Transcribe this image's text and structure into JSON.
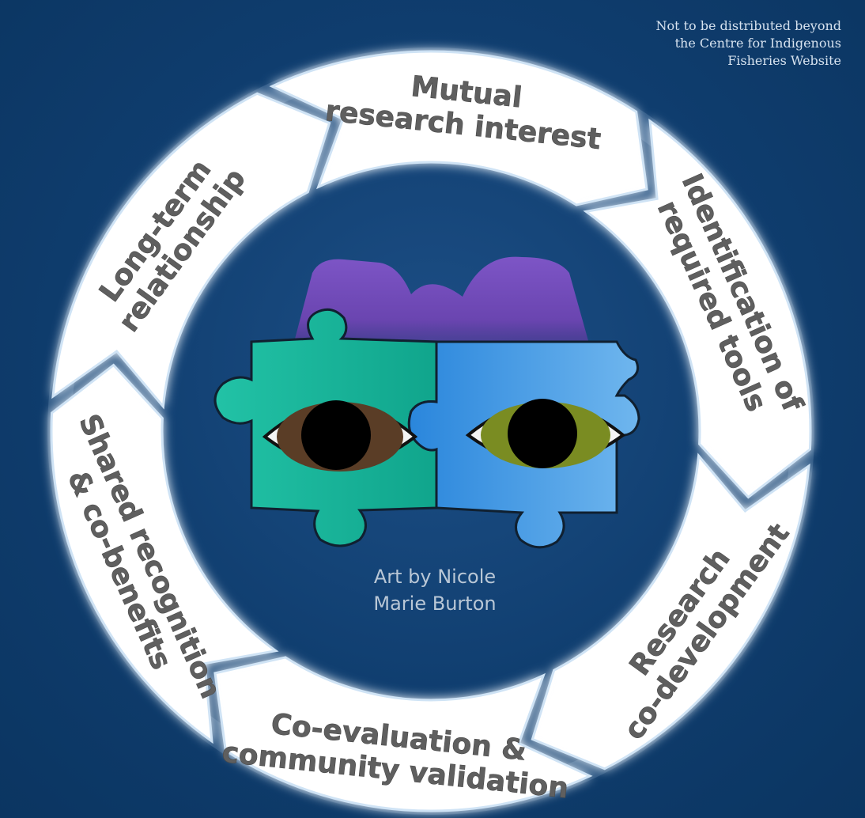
{
  "notice": {
    "lines": [
      "Not to be distributed beyond",
      "the Centre for Indigenous",
      "Fisheries Website"
    ]
  },
  "credit": {
    "lines": [
      "Art by Nicole",
      "Marie Burton"
    ]
  },
  "cycle": {
    "stages": [
      {
        "lines": [
          "Mutual",
          "research interest"
        ]
      },
      {
        "lines": [
          "Identification of",
          "required tools"
        ]
      },
      {
        "lines": [
          "Research",
          "co-development"
        ]
      },
      {
        "lines": [
          "Co-evaluation &",
          "community validation"
        ]
      },
      {
        "lines": [
          "Shared recognition",
          "& co-benefits"
        ]
      },
      {
        "lines": [
          "Long-term",
          "relationship"
        ]
      }
    ]
  },
  "colors": {
    "background": "#0f3d6e",
    "arrow_fill": "#ffffff",
    "arrow_glow": "#cfe3f5",
    "text": "#5f5f5f",
    "mountain": "#7a4fc0",
    "puzzle_left": "#1db39a",
    "puzzle_right": "#2f8be0"
  },
  "artwork": {
    "icon": "puzzle-eyes-icon",
    "left_eye_color": "#5a3d26",
    "right_eye_color": "#7a8c22"
  }
}
